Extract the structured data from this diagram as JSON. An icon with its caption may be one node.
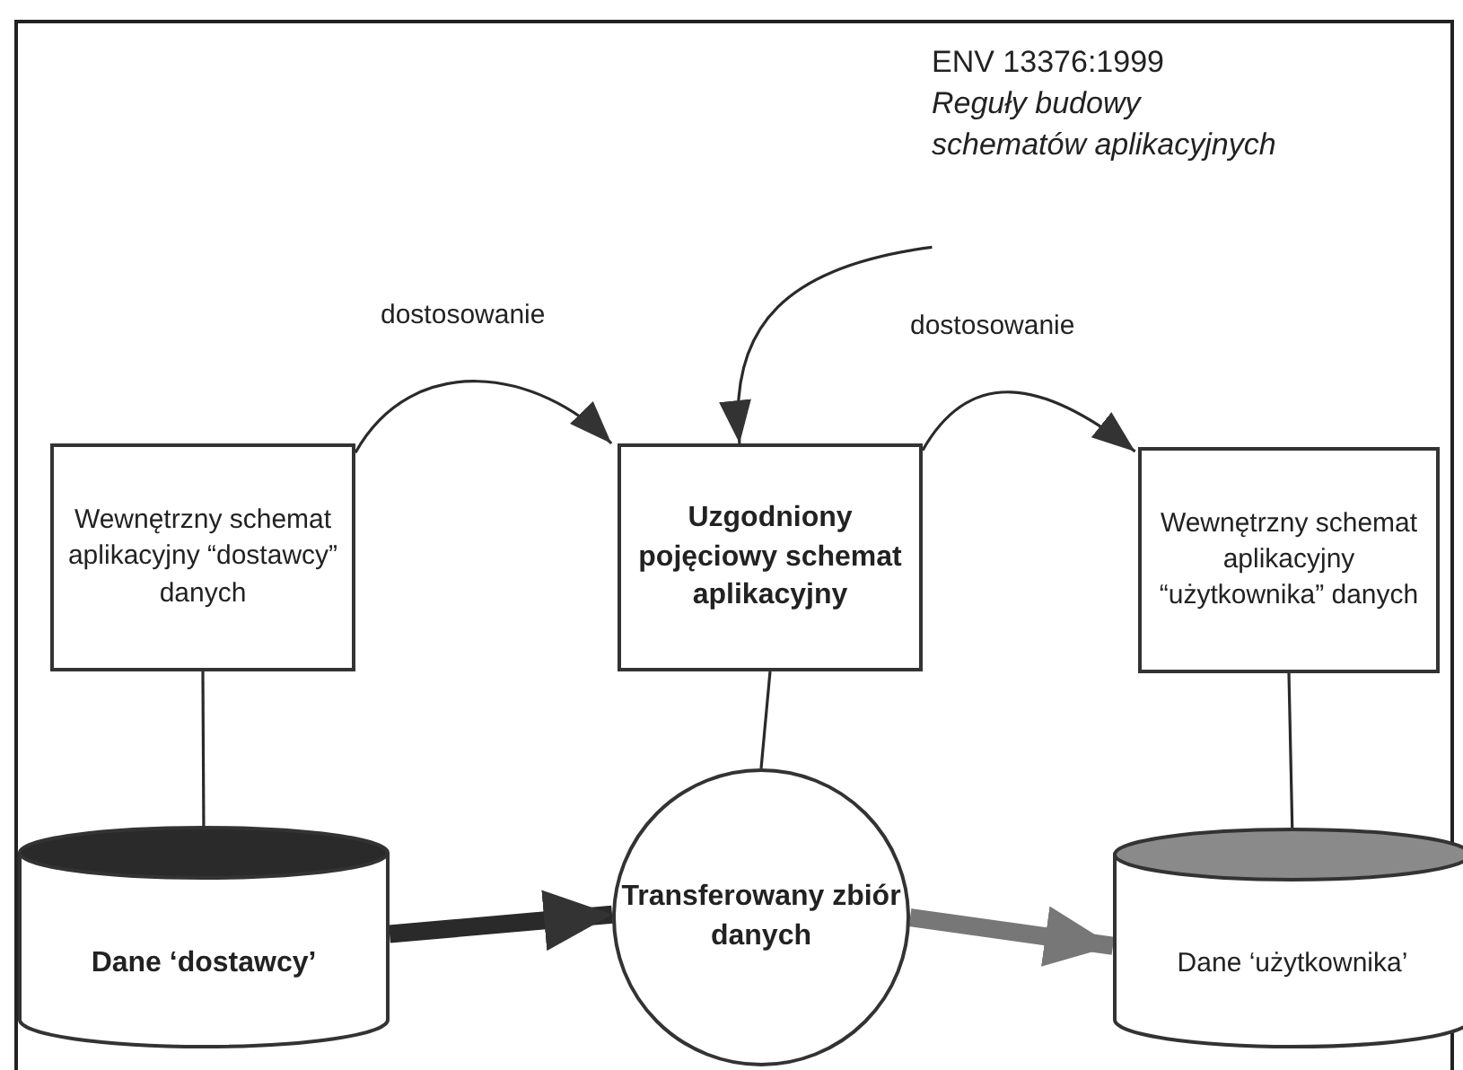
{
  "diagram": {
    "nodes": [
      {
        "text": [
          "ENV 13376:1999",
          "Reguły budowy schematów aplikacyjnych"
        ]
      },
      {
        "text": [
          "Wewnętrzny schemat aplikacyjny “dostawcy” danych"
        ]
      },
      {
        "text": [
          "Uzgodniony pojęciowy schemat aplikacyjny"
        ]
      },
      {
        "text": [
          "Wewnętrzny schemat aplikacyjny “użytkownika” danych"
        ]
      },
      {
        "text": [
          "Dane ‘dostawcy’"
        ]
      },
      {
        "text": [
          "Transferowany zbiór danych"
        ]
      },
      {
        "text": [
          "Dane ‘użytkownika’"
        ]
      }
    ],
    "edges": [
      {
        "from": 0,
        "to": 2,
        "arrow": "to"
      },
      {
        "from": 1,
        "to": 2,
        "arrow": "to",
        "label": "dostosowanie"
      },
      {
        "from": 2,
        "to": 3,
        "arrow": "to",
        "label": "dostosowanie"
      },
      {
        "from": 1,
        "to": 4,
        "arrow": "none"
      },
      {
        "from": 2,
        "to": 5,
        "arrow": "none"
      },
      {
        "from": 3,
        "to": 6,
        "arrow": "none"
      },
      {
        "from": 4,
        "to": 5,
        "arrow": "to",
        "style": "thick"
      },
      {
        "from": 5,
        "to": 6,
        "arrow": "to",
        "style": "thick",
        "color": "#777777"
      }
    ]
  }
}
